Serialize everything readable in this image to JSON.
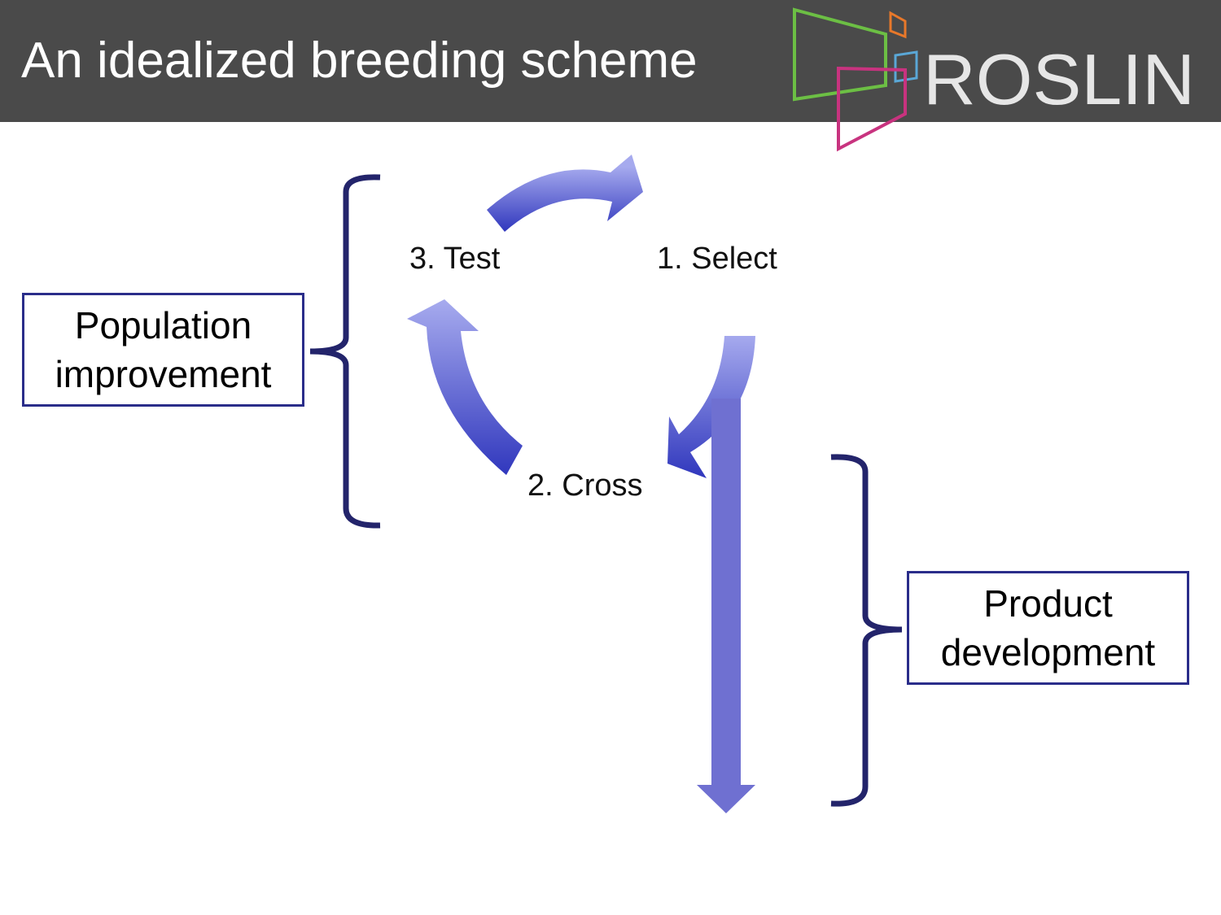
{
  "slide": {
    "title": "An idealized breeding scheme"
  },
  "logo": {
    "text": "ROSLIN",
    "colors": {
      "green": "#6cbf44",
      "orange": "#e8782a",
      "blue": "#5aa7d6",
      "magenta": "#c8337f",
      "text": "#e6e6e6"
    }
  },
  "cycle": {
    "steps": [
      {
        "label": "1. Select"
      },
      {
        "label": "2. Cross"
      },
      {
        "label": "3. Test"
      }
    ]
  },
  "callouts": {
    "population": "Population\nimprovement",
    "product": "Product\ndevelopment"
  },
  "colors": {
    "header_bg": "#4a4a4a",
    "bracket": "#23246b",
    "arrow_light": "#a6aaee",
    "arrow_dark": "#3037bd",
    "product_arrow": "#6f70d1"
  }
}
